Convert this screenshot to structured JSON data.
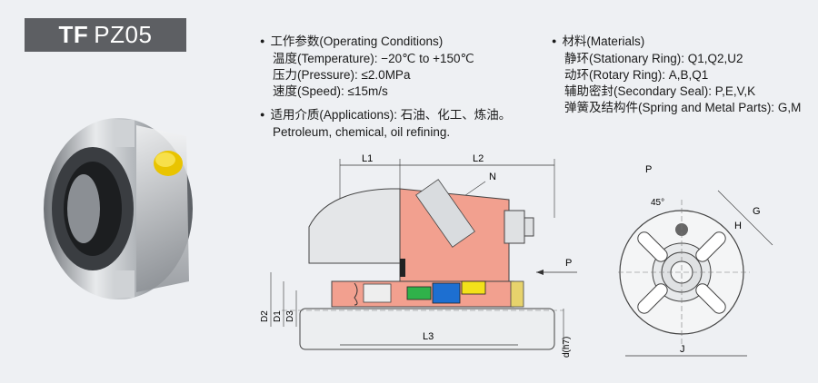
{
  "title": {
    "brand": "TF",
    "model": "PZ05"
  },
  "operating": {
    "heading": "工作参数(Operating Conditions)",
    "temperature": "温度(Temperature): −20℃ to +150℃",
    "pressure": "压力(Pressure): ≤2.0MPa",
    "speed": "速度(Speed): ≤15m/s"
  },
  "applications": {
    "heading": "适用介质(Applications): 石油、化工、炼油。",
    "english": "Petroleum, chemical, oil refining."
  },
  "materials": {
    "heading": "材料(Materials)",
    "stationary": "静环(Stationary Ring): Q1,Q2,U2",
    "rotary": "动环(Rotary Ring): A,B,Q1",
    "secondary": "辅助密封(Secondary Seal): P,E,V,K",
    "spring": "弹簧及结构件(Spring and Metal Parts): G,M"
  },
  "drawing_labels": {
    "l1": "L1",
    "l2": "L2",
    "l3": "L3",
    "n": "N",
    "p": "P",
    "d1": "D1",
    "d2": "D2",
    "d3": "D3",
    "d": "d(h7)"
  },
  "front_labels": {
    "p": "P",
    "angle": "45°",
    "g": "G",
    "h": "H",
    "j": "J"
  },
  "colors": {
    "salmon": "#f2a08f",
    "yellow": "#f3e11a",
    "blue": "#1d6fd1",
    "green": "#2fb24a",
    "badge": "#5d5f63"
  }
}
